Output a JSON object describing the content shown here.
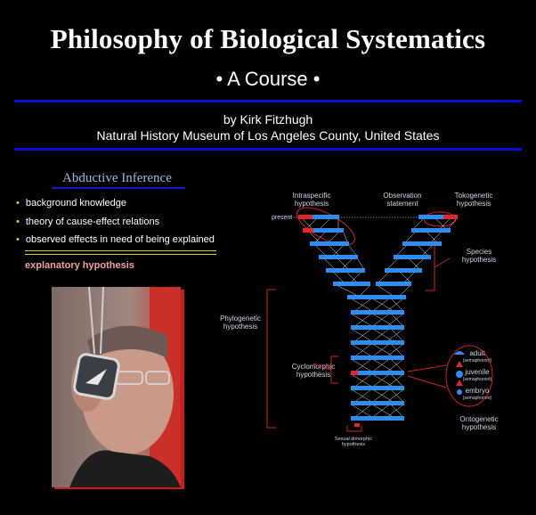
{
  "header": {
    "title": "Philosophy of Biological Systematics",
    "subtitle": "• A Course •",
    "author_line": "by Kirk Fitzhugh",
    "affiliation": "Natural History Museum of Los Angeles County, United States"
  },
  "abductive": {
    "title": "Abductive Inference",
    "bullets": [
      "background knowledge",
      "theory of cause-effect relations",
      "observed effects in need of being explained"
    ],
    "conclusion": "explanatory hypothesis"
  },
  "diagram": {
    "labels": {
      "intraspecific_1": "Intraspecific",
      "intraspecific_2": "hypothesis",
      "observation_1": "Observation",
      "observation_2": "statement",
      "tokogenetic_1": "Tokogenetic",
      "tokogenetic_2": "hypothesis",
      "present": "present",
      "species_1": "Species",
      "species_2": "hypothesis",
      "phylogenetic_1": "Phylogenetic",
      "phylogenetic_2": "hypothesis",
      "cyclomorphic_1": "Cyclomorphic",
      "cyclomorphic_2": "hypothesis",
      "adult": "adult",
      "adult_sub": "(semaphoront)",
      "juvenile": "juvenile",
      "juvenile_sub": "(semaphoront)",
      "embryo": "embryo",
      "embryo_sub": "(semaphoront)",
      "ontogenetic_1": "Ontogenetic",
      "ontogenetic_2": "hypothesis",
      "sexual_1": "Sexual dimorphic",
      "sexual_2": "hypothesis"
    }
  },
  "colors": {
    "accent_blue": "#0b0bd6",
    "node_blue": "#2f8cf0",
    "node_red": "#e02828",
    "bullet_yellow": "#e8d21a"
  }
}
